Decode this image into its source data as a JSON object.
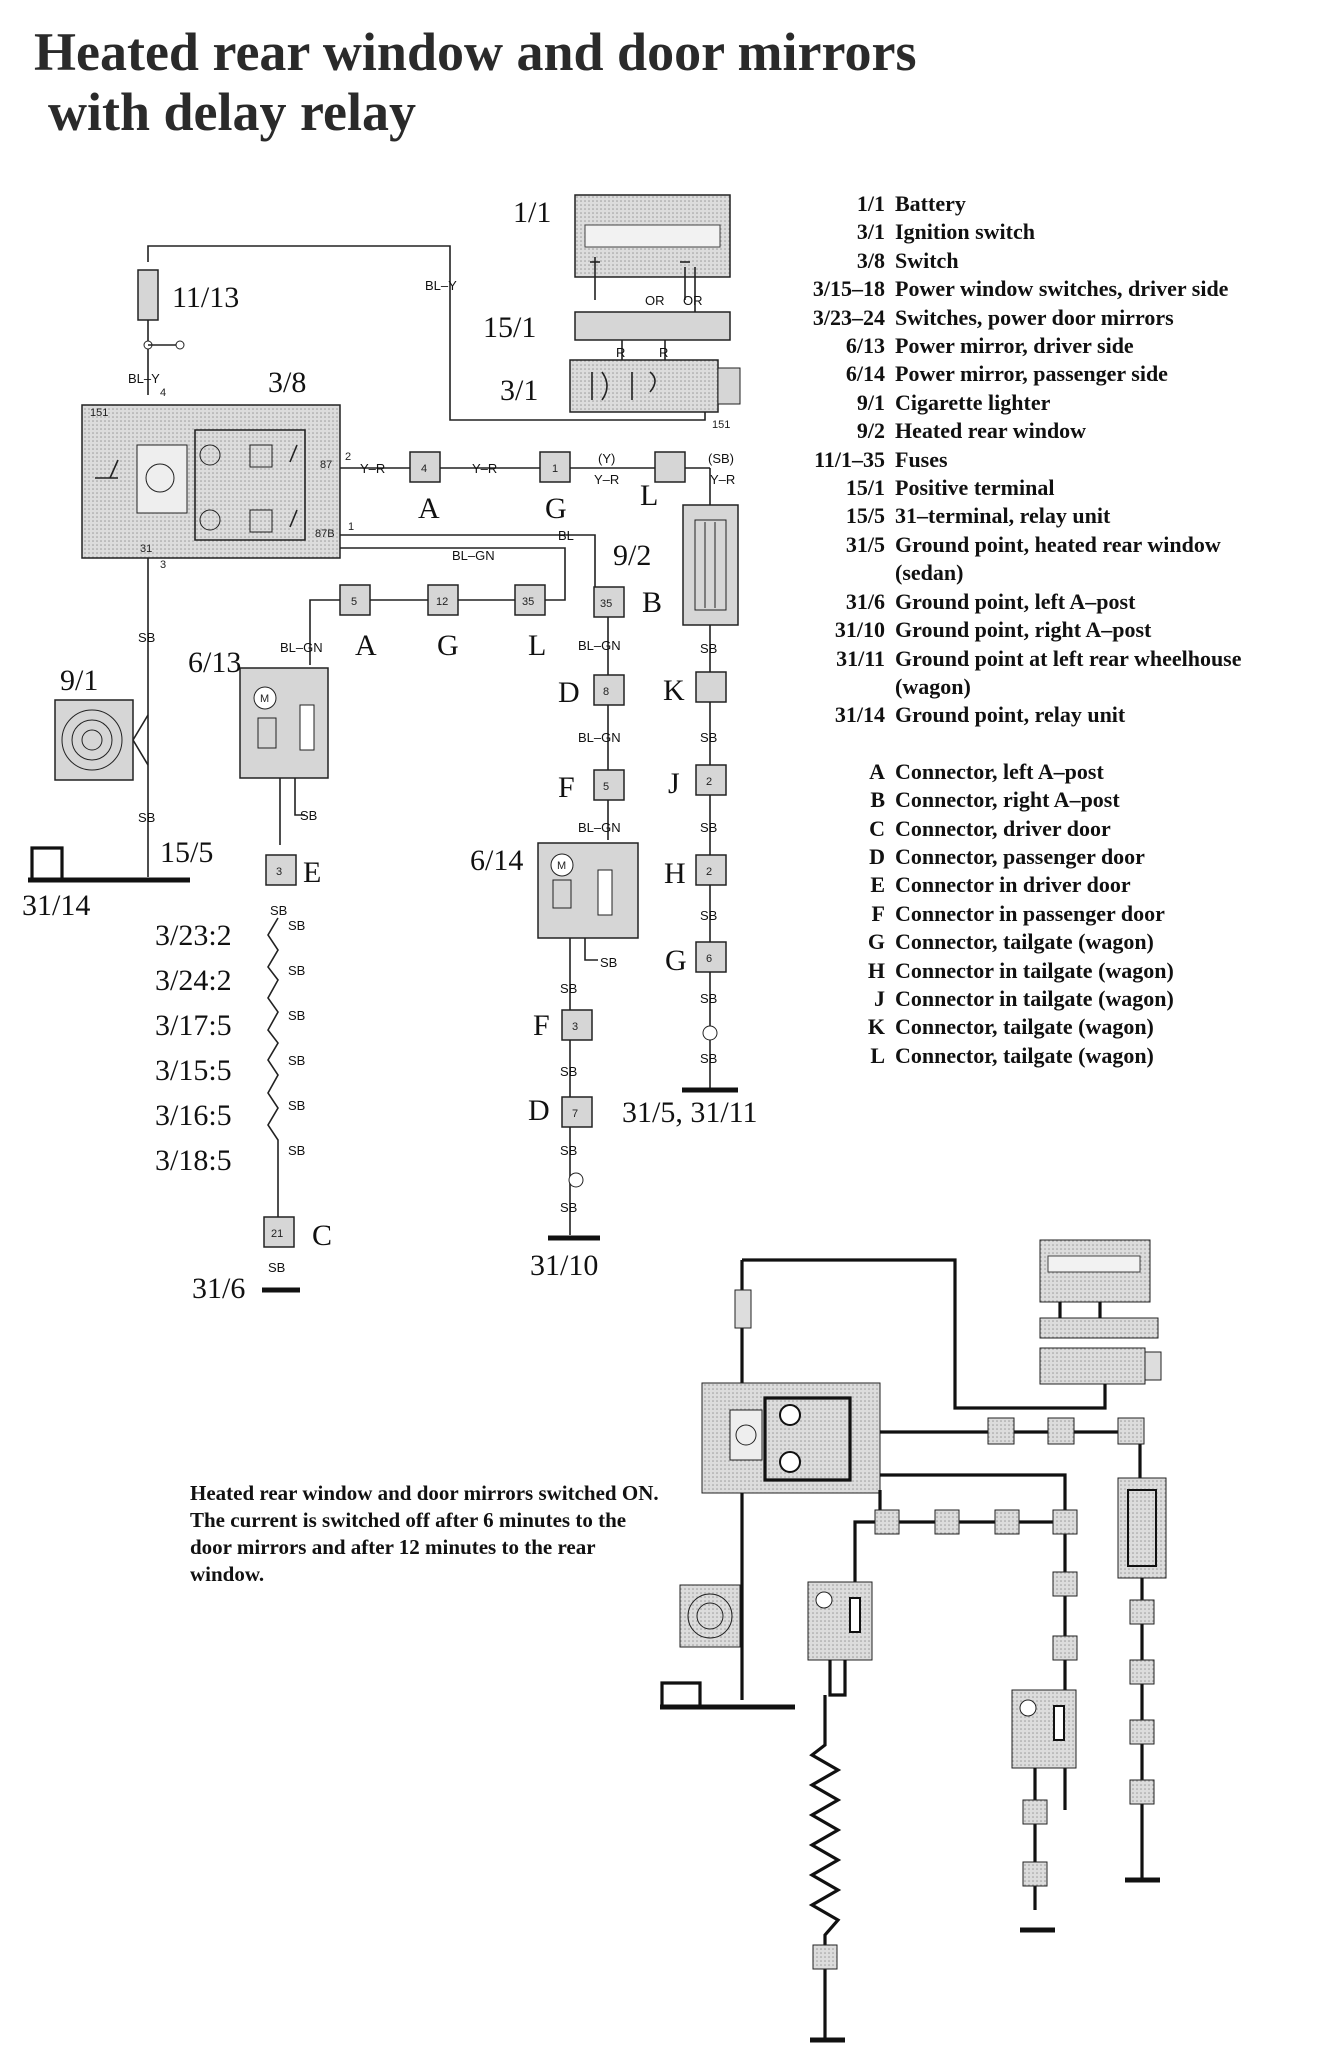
{
  "title": {
    "line1": "Heated rear window and door mirrors",
    "line2": "with delay relay"
  },
  "legend": {
    "components": [
      {
        "code": "1/1",
        "desc": "Battery"
      },
      {
        "code": "3/1",
        "desc": "Ignition switch"
      },
      {
        "code": "3/8",
        "desc": "Switch"
      },
      {
        "code": "3/15–18",
        "desc": "Power window switches, driver side"
      },
      {
        "code": "3/23–24",
        "desc": "Switches, power door mirrors"
      },
      {
        "code": "6/13",
        "desc": "Power mirror, driver side"
      },
      {
        "code": "6/14",
        "desc": "Power mirror, passenger side"
      },
      {
        "code": "9/1",
        "desc": "Cigarette lighter"
      },
      {
        "code": "9/2",
        "desc": "Heated rear window"
      },
      {
        "code": "11/1–35",
        "desc": "Fuses"
      },
      {
        "code": "15/1",
        "desc": "Positive terminal"
      },
      {
        "code": "15/5",
        "desc": "31–terminal, relay unit"
      },
      {
        "code": "31/5",
        "desc": "Ground point, heated rear window"
      },
      {
        "code": "",
        "desc": "(sedan)"
      },
      {
        "code": "31/6",
        "desc": "Ground point, left A–post"
      },
      {
        "code": "31/10",
        "desc": "Ground point, right A–post"
      },
      {
        "code": "31/11",
        "desc": "Ground point at left rear wheelhouse"
      },
      {
        "code": "",
        "desc": "(wagon)"
      },
      {
        "code": "31/14",
        "desc": "Ground point, relay unit"
      }
    ],
    "connectors": [
      {
        "code": "A",
        "desc": "Connector, left A–post"
      },
      {
        "code": "B",
        "desc": "Connector, right A–post"
      },
      {
        "code": "C",
        "desc": "Connector, driver door"
      },
      {
        "code": "D",
        "desc": "Connector, passenger door"
      },
      {
        "code": "E",
        "desc": "Connector in driver door"
      },
      {
        "code": "F",
        "desc": "Connector in passenger door"
      },
      {
        "code": "G",
        "desc": "Connector, tailgate (wagon)"
      },
      {
        "code": "H",
        "desc": "Connector in tailgate (wagon)"
      },
      {
        "code": "J",
        "desc": "Connector in tailgate (wagon)"
      },
      {
        "code": "K",
        "desc": "Connector, tailgate (wagon)"
      },
      {
        "code": "L",
        "desc": "Connector, tailgate (wagon)"
      }
    ]
  },
  "note": "Heated rear window and door mirrors switched ON. The current is switched off after 6 minutes to the door mirrors and after 12 minutes to the rear window.",
  "diagram": {
    "labels": {
      "battery": "1/1",
      "positive_terminal": "15/1",
      "ignition": "3/1",
      "fuse": "11/13",
      "switch": "3/8",
      "lighter": "9/1",
      "mirror_driver": "6/13",
      "mirror_passenger": "6/14",
      "rear_window": "9/2",
      "relay_ground": "15/5",
      "gnd_relay": "31/14",
      "gnd_left_apost": "31/6",
      "gnd_right_apost": "31/10",
      "gnd_rear_window": "31/5, 31/11"
    },
    "driver_chain": [
      "3/23:2",
      "3/24:2",
      "3/17:5",
      "3/15:5",
      "3/16:5",
      "3/18:5"
    ],
    "wires": {
      "bl_y": "BL–Y",
      "y_r": "Y–R",
      "y_paren": "(Y)",
      "sb_paren": "(SB)",
      "bl": "BL",
      "bl_gn": "BL–GN",
      "sb": "SB",
      "r": "R",
      "or": "OR"
    },
    "pins": {
      "p151": "151",
      "p4": "4",
      "p2": "2",
      "p87": "87",
      "p87b": "87B",
      "p1": "1",
      "p31": "31",
      "p3": "3"
    },
    "connector_letters": {
      "A": "A",
      "B": "B",
      "C": "C",
      "D": "D",
      "E": "E",
      "F": "F",
      "G": "G",
      "H": "H",
      "J": "J",
      "K": "K",
      "L": "L"
    },
    "connector_pins": {
      "A_yr": "4",
      "G_yr": "1",
      "A_blgn": "5",
      "G_blgn": "12",
      "L_blgn": "35",
      "B_blgn": "35",
      "D_right": "8",
      "F_right": "5",
      "F_lower": "3",
      "D_lower": "7",
      "E": "3",
      "C": "21",
      "K": "",
      "J": "2",
      "H": "2",
      "G_right": "6"
    }
  }
}
